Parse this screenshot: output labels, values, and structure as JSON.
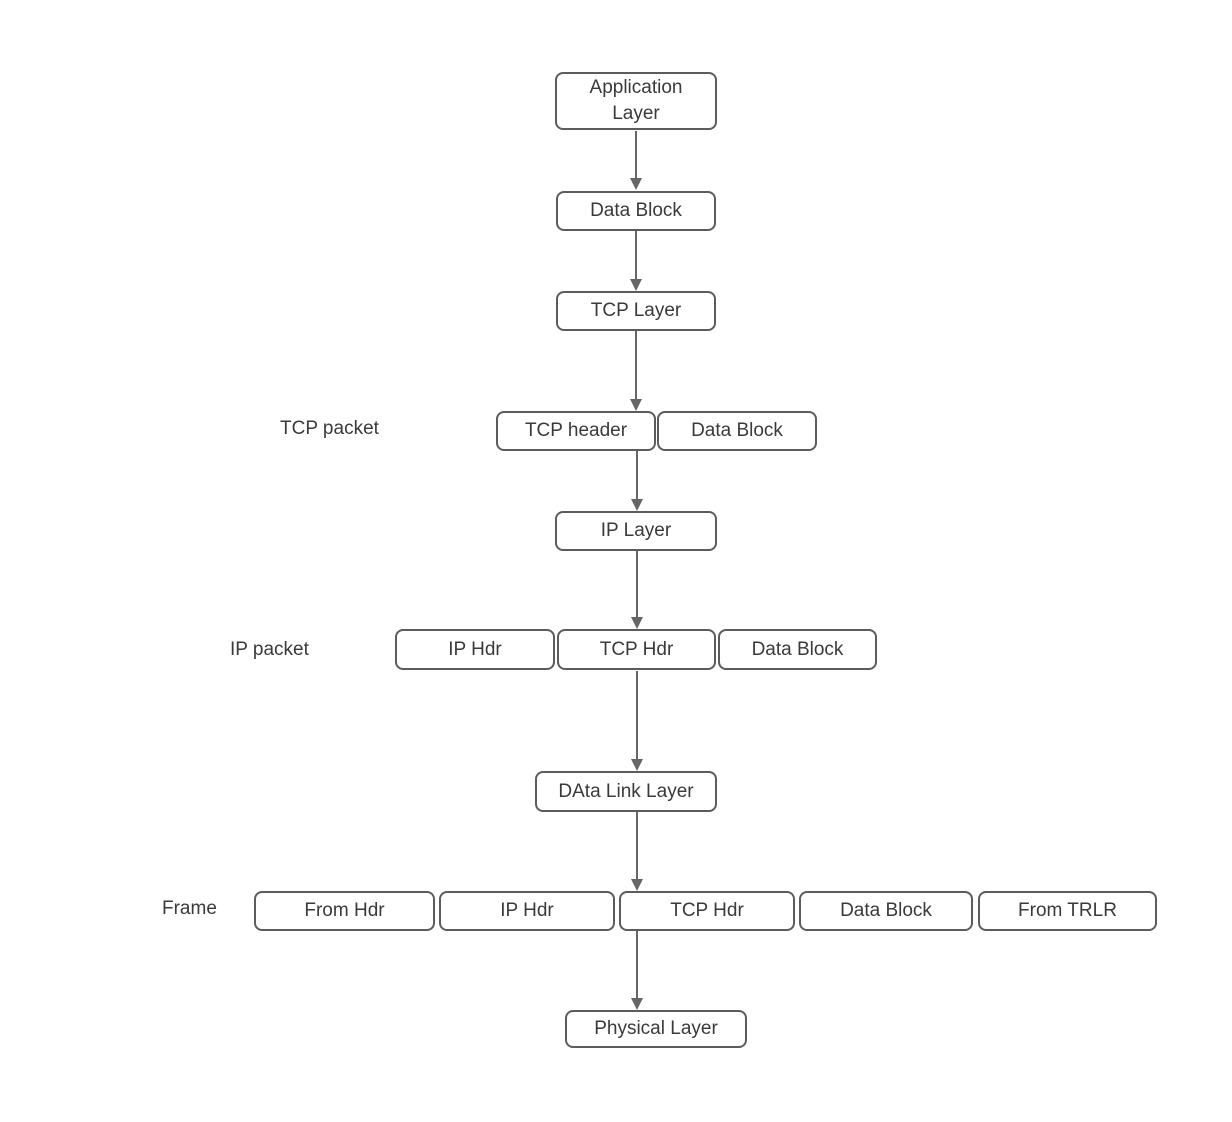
{
  "colors": {
    "background": "#ffffff",
    "node_fill": "#ffffff",
    "node_stroke": "#5c5c5c",
    "text": "#3a3a3a",
    "arrow": "#666666"
  },
  "nodes": {
    "application_layer": {
      "label": "Application Layer"
    },
    "data_block_1": {
      "label": "Data Block"
    },
    "tcp_layer": {
      "label": "TCP Layer"
    },
    "tcp_header": {
      "label": "TCP header"
    },
    "data_block_2": {
      "label": "Data Block"
    },
    "ip_layer": {
      "label": "IP Layer"
    },
    "ip_hdr": {
      "label": "IP Hdr"
    },
    "tcp_hdr": {
      "label": "TCP Hdr"
    },
    "data_block_3": {
      "label": "Data Block"
    },
    "data_link_layer": {
      "label": "DAta Link Layer"
    },
    "frame_from_hdr": {
      "label": "From Hdr"
    },
    "frame_ip_hdr": {
      "label": "IP Hdr"
    },
    "frame_tcp_hdr": {
      "label": "TCP Hdr"
    },
    "frame_data_block": {
      "label": "Data Block"
    },
    "frame_from_trlr": {
      "label": "From TRLR"
    },
    "physical_layer": {
      "label": "Physical Layer"
    }
  },
  "row_labels": {
    "tcp_packet": "TCP packet",
    "ip_packet": "IP packet",
    "frame": "Frame"
  }
}
